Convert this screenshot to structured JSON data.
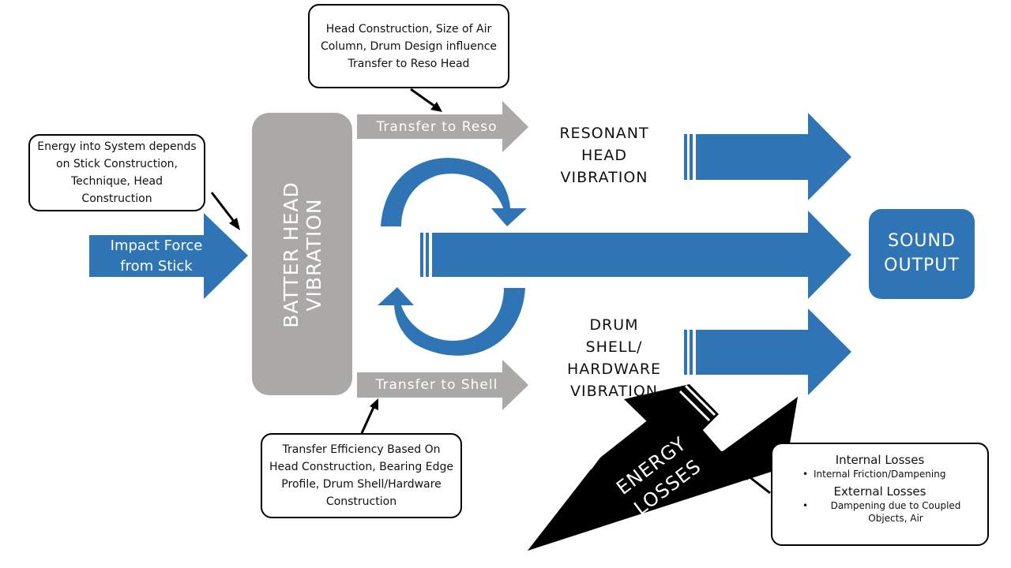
{
  "notes": {
    "reso_note": "Head Construction, Size of Air Column, Drum Design influence Transfer to Reso Head",
    "energy_note": "Energy into System depends on Stick Construction, Technique, Head Construction",
    "shell_note": "Transfer Efficiency Based On Head Construction, Bearing Edge Profile, Drum Shell/Hardware Construction"
  },
  "labels": {
    "impact_force_line1": "Impact Force",
    "impact_force_line2": "from Stick",
    "batter_head_line1": "BATTER HEAD",
    "batter_head_line2": "VIBRATION",
    "transfer_reso": "Transfer to Reso",
    "transfer_shell": "Transfer to Shell",
    "resonant_line1": "RESONANT",
    "resonant_line2": "HEAD",
    "resonant_line3": "VIBRATION",
    "shell_line1": "DRUM",
    "shell_line2": "SHELL/",
    "shell_line3": "HARDWARE",
    "shell_line4": "VIBRATION",
    "sound_line1": "SOUND",
    "sound_line2": "OUTPUT",
    "energy_line1": "ENERGY",
    "energy_line2": "LOSSES"
  },
  "losses": {
    "internal_title": "Internal Losses",
    "internal_item": "Internal Friction/Dampening",
    "external_title": "External Losses",
    "external_item": "Dampening due to  Coupled Objects, Air"
  },
  "colors": {
    "blue": "#2f75b5",
    "gray": "#aaa9a8",
    "black": "#000000"
  }
}
